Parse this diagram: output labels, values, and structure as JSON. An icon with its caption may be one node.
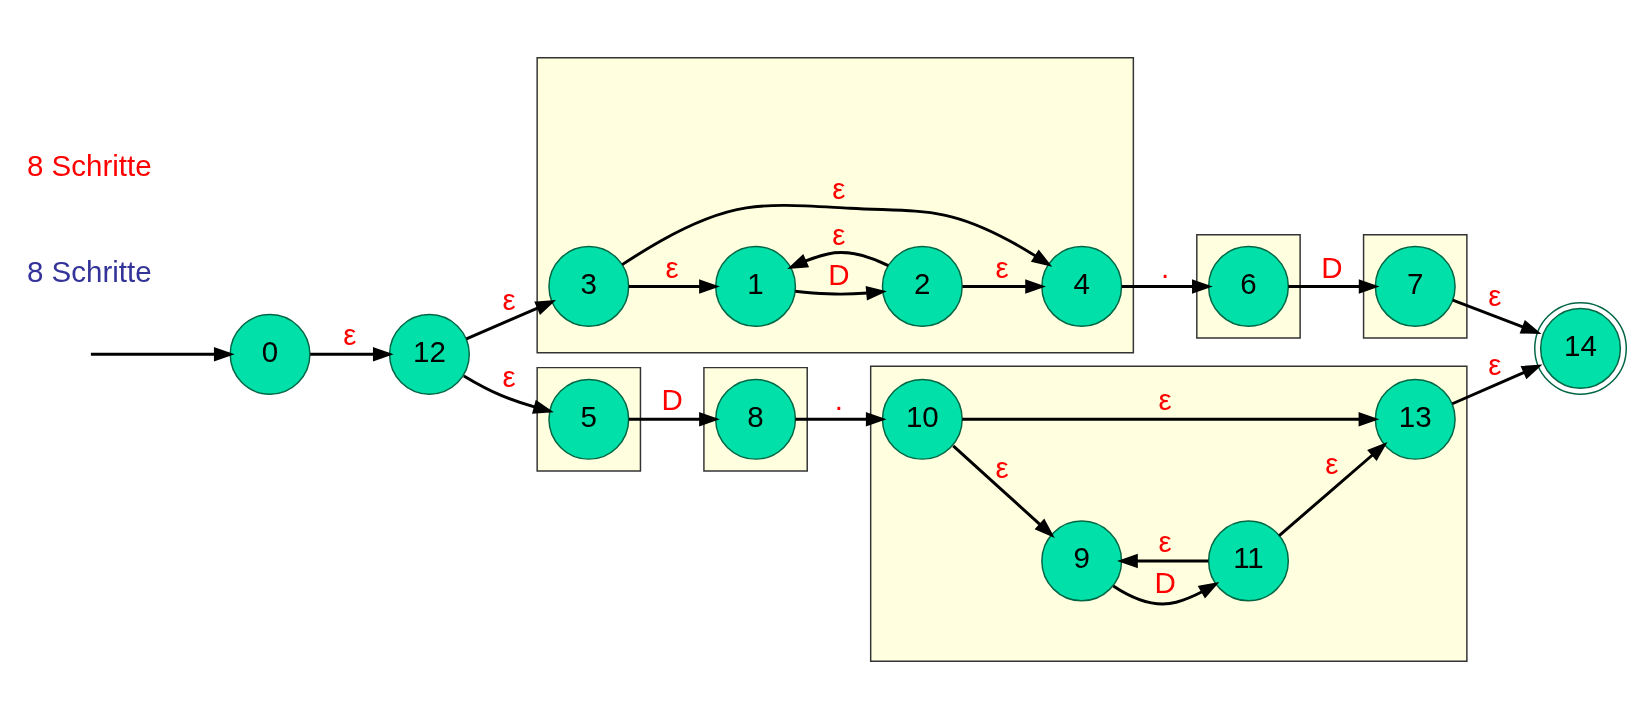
{
  "diagram": {
    "nodes": [
      {
        "text": [],
        "shape": "box"
      },
      {
        "text": [],
        "shape": "box"
      },
      {
        "text": [],
        "shape": "box"
      },
      {
        "text": [],
        "shape": "box"
      },
      {
        "text": [],
        "shape": "box"
      },
      {
        "text": [],
        "shape": "box"
      },
      {
        "text": [
          "0"
        ]
      },
      {
        "text": [
          "12"
        ]
      },
      {
        "text": [
          "3"
        ],
        "in": 0
      },
      {
        "text": [
          "1"
        ],
        "in": 0
      },
      {
        "text": [
          "2"
        ],
        "in": 0
      },
      {
        "text": [
          "4"
        ],
        "in": 0
      },
      {
        "text": [
          "6"
        ],
        "in": 1
      },
      {
        "text": [
          "7"
        ],
        "in": 2
      },
      {
        "text": [
          "14"
        ]
      },
      {
        "text": [
          "5"
        ],
        "in": 3
      },
      {
        "text": [
          "8"
        ],
        "in": 4
      },
      {
        "text": [
          "10"
        ],
        "in": 5
      },
      {
        "text": [
          "9"
        ],
        "in": 5
      },
      {
        "text": [
          "11"
        ],
        "in": 5
      },
      {
        "text": [
          "13"
        ],
        "in": 5
      }
    ],
    "edges": [
      {
        "from": null,
        "to": 6,
        "arrow": "to"
      },
      {
        "from": 6,
        "to": 7,
        "arrow": "to",
        "label": "ε"
      },
      {
        "from": 7,
        "to": 8,
        "arrow": "to",
        "label": "ε"
      },
      {
        "from": 7,
        "to": 15,
        "arrow": "to",
        "label": "ε"
      },
      {
        "from": 8,
        "to": 9,
        "arrow": "to",
        "label": "ε"
      },
      {
        "from": 9,
        "to": 10,
        "arrow": "to",
        "label": "D"
      },
      {
        "from": 10,
        "to": 9,
        "arrow": "to",
        "label": "ε"
      },
      {
        "from": 10,
        "to": 11,
        "arrow": "to",
        "label": "ε"
      },
      {
        "from": 8,
        "to": 11,
        "arrow": "to",
        "label": "ε"
      },
      {
        "from": 11,
        "to": 12,
        "arrow": "to",
        "label": "."
      },
      {
        "from": 12,
        "to": 13,
        "arrow": "to",
        "label": "D"
      },
      {
        "from": 13,
        "to": 14,
        "arrow": "to",
        "label": "ε"
      },
      {
        "from": 15,
        "to": 16,
        "arrow": "to",
        "label": "D"
      },
      {
        "from": 16,
        "to": 17,
        "arrow": "to",
        "label": "."
      },
      {
        "from": 17,
        "to": 18,
        "arrow": "to",
        "label": "ε"
      },
      {
        "from": 18,
        "to": 19,
        "arrow": "to",
        "label": "D"
      },
      {
        "from": 19,
        "to": 18,
        "arrow": "to",
        "label": "ε"
      },
      {
        "from": 19,
        "to": 20,
        "arrow": "to",
        "label": "ε"
      },
      {
        "from": 17,
        "to": 20,
        "arrow": "to",
        "label": "ε"
      },
      {
        "from": 20,
        "to": 14,
        "arrow": "to",
        "label": "ε"
      }
    ],
    "labels": [
      "8 Schritte",
      "8 Schritte"
    ]
  }
}
